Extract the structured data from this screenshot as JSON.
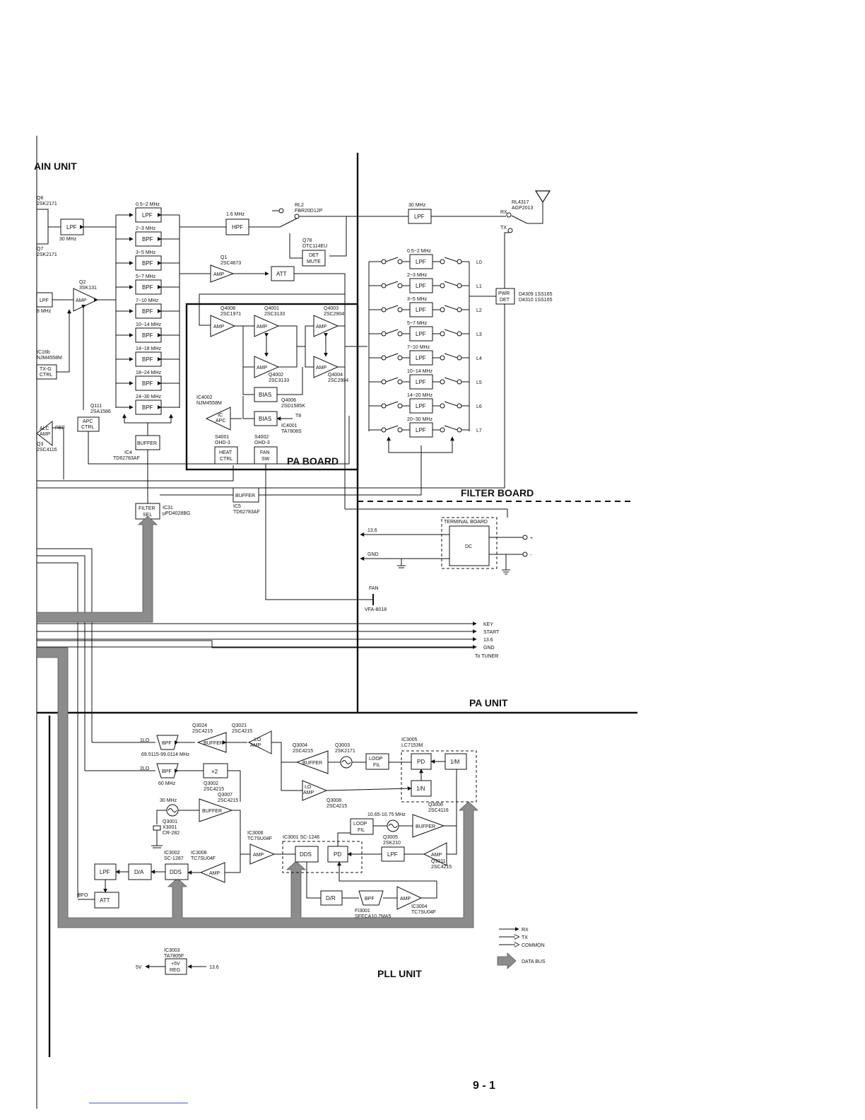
{
  "titles": {
    "main_unit": "AIN UNIT",
    "pa_board": "PA BOARD",
    "filter_board": "FILTER BOARD",
    "pa_unit": "PA UNIT",
    "pll_unit": "PLL UNIT",
    "page_number": "9 - 1"
  },
  "main_unit": {
    "q6": "Q6",
    "q6_part": "2SK2171",
    "q7": "Q7",
    "q7_part": "2SK2171",
    "lpf_label": "LPF",
    "lpf_freq": "30 MHz",
    "bpf_bank": [
      {
        "label": "LPF",
        "freq": "0.5~2 MHz"
      },
      {
        "label": "BPF",
        "freq": "2~3 MHz"
      },
      {
        "label": "BPF",
        "freq": "3~5 MHz"
      },
      {
        "label": "BPF",
        "freq": "5~7 MHz"
      },
      {
        "label": "BPF",
        "freq": "7~10 MHz"
      },
      {
        "label": "BPF",
        "freq": "10~14 MHz"
      },
      {
        "label": "BPF",
        "freq": "14~18 MHz"
      },
      {
        "label": "BPF",
        "freq": "18~24 MHz"
      },
      {
        "label": "BPF",
        "freq": "24~30 MHz"
      }
    ],
    "hpf_freq": "1.6 MHz",
    "hpf_label": "HPF",
    "rl2": "RL2",
    "rl2_part": "FBR20D12P",
    "q78": "Q78",
    "q78_part": "DTC114EU",
    "det": "DET",
    "mute": "MUTE",
    "q1": "Q1",
    "q1_part": "2SC4673",
    "amp": "AMP",
    "att": "ATT",
    "q2": "Q2",
    "q2_part": "3SK131",
    "lpf2": "LPF",
    "lpf2_freq": "8 MHz",
    "ic16b": "IC16b",
    "ic16b_part": "NJM4558M",
    "txg_1": "TX-G",
    "txg_2": "CTRL",
    "q111": "Q111",
    "q111_part": "2SA1586",
    "apc_1": "APC",
    "apc_2": "CTRL",
    "alc_1": "ALC",
    "alc_2": "AMP",
    "ref": "REF",
    "q3": "Q3",
    "q3_part": "2SC4116",
    "buffer": "BUFFER",
    "ic4": "IC4",
    "ic4_part": "TD62783AF",
    "filter_1": "FILTER",
    "filter_2": "SEL",
    "ic31": "IC31",
    "ic31_part": "μPD4028BG",
    "ic5": "IC5",
    "ic5_part": "TD62783AF",
    "buffer2": "BUFFER"
  },
  "pa_board": {
    "q4008": "Q4008",
    "q4008_part": "2SC1971",
    "q4001": "Q4001",
    "q4001_part": "2SC3133",
    "q4003": "Q4003",
    "q4003_part": "2SC2904",
    "q4002": "Q4002",
    "q4002_part": "2SC3133",
    "q4004": "Q4004",
    "q4004_part": "2SC2904",
    "bias": "BIAS",
    "q4006": "Q4006",
    "q4006_part": "2SD1585K",
    "t8": "T8",
    "ic4001": "IC4001",
    "ic4001_part": "TA7808S",
    "ic4002": "IC4002",
    "ic4002_part": "NJM4558M",
    "ic_apc_1": "IC",
    "ic_apc_2": "APC",
    "s4001": "S4001",
    "s4001_part": "OHD-3",
    "s4002": "S4002",
    "s4002_part": "OHD-3",
    "heat_1": "HEAT",
    "heat_2": "CTRL",
    "fan_1": "FAN",
    "fan_2": "SW"
  },
  "filter_board": {
    "lpf_30": "30 MHz",
    "lpf_label": "LPF",
    "rl4317": "RL4317",
    "rl4317_part": "AGP2013",
    "rx": "RX",
    "tx": "TX",
    "filters": [
      {
        "freq": "0.5~2 MHz",
        "line": "L0"
      },
      {
        "freq": "2~3 MHz",
        "line": "L1"
      },
      {
        "freq": "3~5 MHz",
        "line": "L2"
      },
      {
        "freq": "5~7 MHz",
        "line": "L3"
      },
      {
        "freq": "7~10 MHz",
        "line": "L4"
      },
      {
        "freq": "10~14 MHz",
        "line": "L5"
      },
      {
        "freq": "14~20 MHz",
        "line": "L6"
      },
      {
        "freq": "20~30 MHz",
        "line": "L7"
      }
    ],
    "pwr_1": "PWR",
    "pwr_2": "DET",
    "d4309": "D4309 1SS165",
    "d4310": "D4310 1SS165",
    "terminal_board": "TERMINAL BOARD",
    "dc": "DC",
    "v136": "13.6",
    "gnd": "GND",
    "plus": "+",
    "minus": "-",
    "fan": "FAN",
    "fan_part": "VFA-8018",
    "tuner": [
      "KEY",
      "START",
      "13.6",
      "GND"
    ],
    "to_tuner": "To TUNER"
  },
  "pll_unit": {
    "lo1": "1LO",
    "lo2": "2LO",
    "bpf": "BPF",
    "freq1": "69.5115-99.0114 MHz",
    "freq2": "60 MHz",
    "q3024": "Q3024",
    "q3024_part": "2SC4215",
    "q3021": "Q3021",
    "q3021_part": "2SC4215",
    "q3004": "Q3004",
    "q3004_part": "2SC4215",
    "q3003": "Q3003",
    "q3003_part": "2SK2171",
    "ic3005": "IC3005",
    "ic3005_part": "LC7153M",
    "pd": "PD",
    "div_m": "1/M",
    "div_n": "1/N",
    "loop_1": "LOOP",
    "loop_2": "FIL",
    "x2": "×2",
    "q3002": "Q3002",
    "q3002_part": "2SC4215",
    "q3007": "Q3007",
    "q3007_part": "2SC4215",
    "q3008": "Q3008",
    "q3008_part": "2SC4215",
    "mhz30": "30 MHz",
    "q3001": "Q3001",
    "x3001": "X3001",
    "cr282": "CR-282",
    "vco_freq": "10.65-10.75 MHz",
    "q3006": "Q3006",
    "q3006_part": "2SC4116",
    "q3005": "Q3005",
    "q3005_part": "2SK210",
    "q3011": "Q3011",
    "q3011_part": "2SC4215",
    "ic3006": "IC3006",
    "ic3006_part": "TC7SU04F",
    "ic3001": "IC3001 SC-1246",
    "ic3002": "IC3002",
    "ic3002_part": "SC-1287",
    "ic3008": "IC3008",
    "ic3008_part": "TC7SU04F",
    "dds": "DDS",
    "da": "D/A",
    "lpf": "LPF",
    "att": "ATT",
    "bfo": "BFO",
    "dr": "D/R",
    "fi3001": "FI3001",
    "fi3001_part": "SFECA10.7MA5",
    "ic3004": "IC3004",
    "ic3004_part": "TC7SU04F",
    "buffer": "BUFFER",
    "amp": "AMP",
    "lo_1": "LO",
    "lo_2": "AMP",
    "ic3003": "IC3003",
    "ic3003_part": "TA7805F",
    "reg_1": "+5V",
    "reg_2": "REG",
    "v5": "5V",
    "v136": "13.6"
  },
  "legend": {
    "rx": "RX",
    "tx": "TX",
    "common": "COMMON",
    "data_bus": "DATA BUS"
  }
}
